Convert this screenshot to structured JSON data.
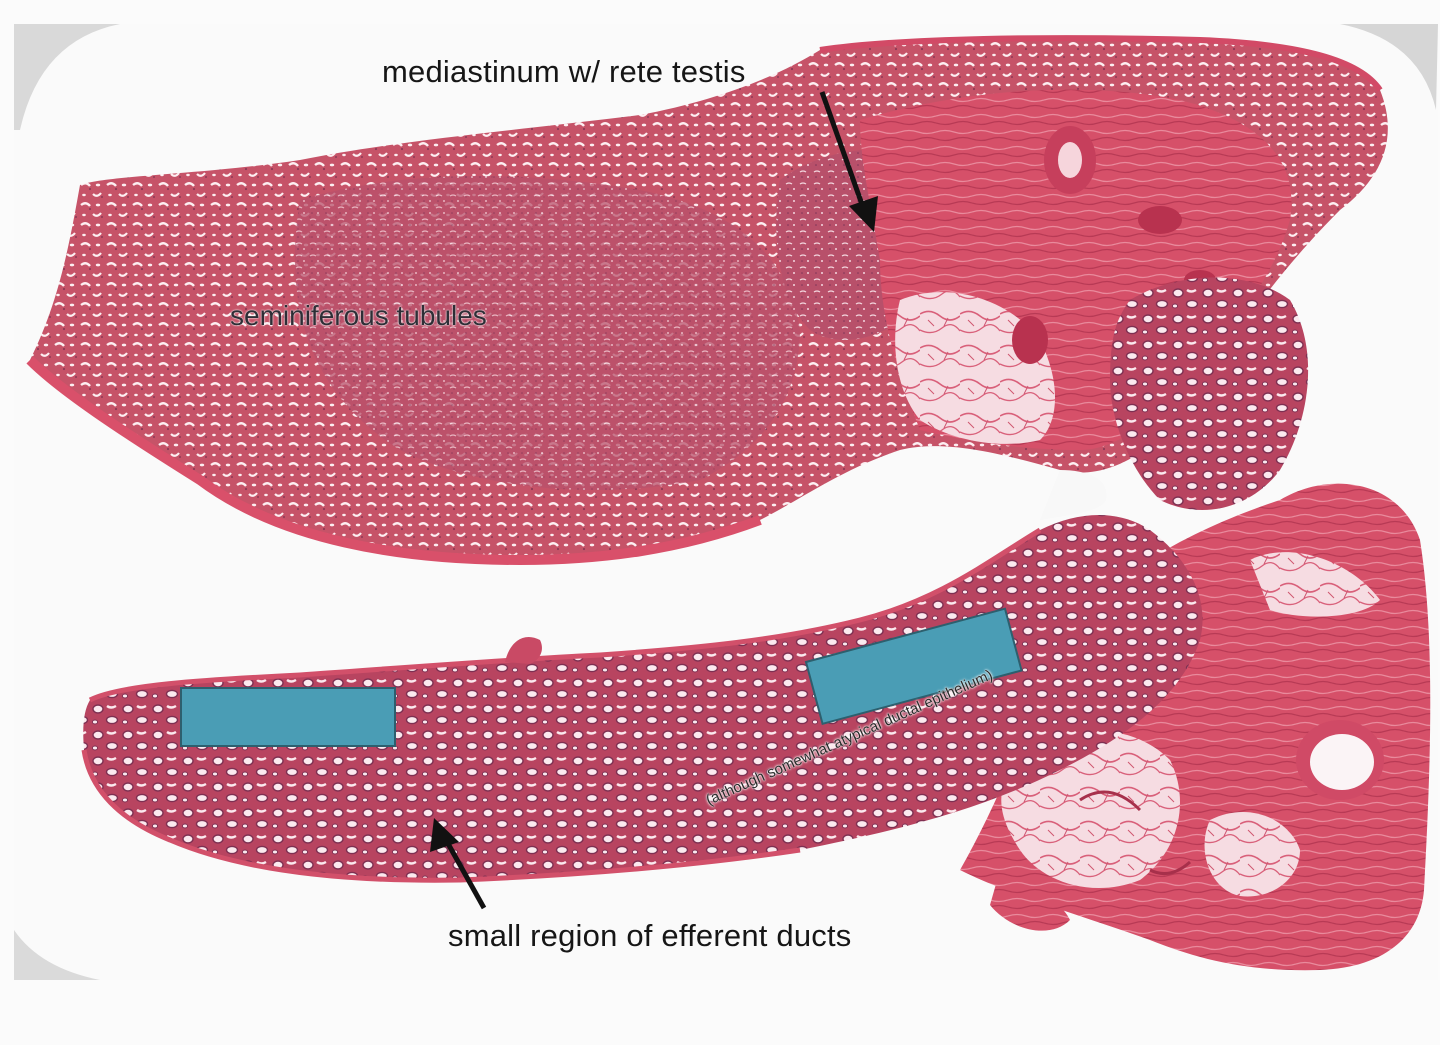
{
  "labels": {
    "mediastinum": "mediastinum w/ rete testis",
    "seminiferous": "seminiferous tubules",
    "efferent": "small region of efferent ducts",
    "atypical": "(although somewhat atypical ductal epithelium)"
  },
  "colors": {
    "background": "#fbfbfb",
    "tissue_pink": "#c54a63",
    "tissue_dark": "#a8344e",
    "capsule": "#d8506a",
    "lumen": "#fde6eb",
    "redaction_box_fill": "#4a9db5",
    "redaction_box_stroke": "#2d5f6e",
    "arrow": "#111111"
  },
  "icons": {
    "arrows": "arrow-pointer-icon",
    "redaction": "label-cover-box"
  }
}
